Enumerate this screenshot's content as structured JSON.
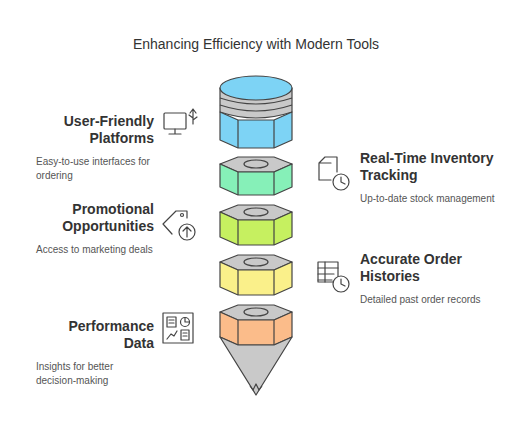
{
  "diagram": {
    "title": "Enhancing Efficiency with Modern Tools",
    "nodes": [
      {
        "text": [
          "User-Friendly Platforms",
          "Easy-to-use interfaces for ordering"
        ]
      },
      {
        "text": [
          "Real-Time Inventory Tracking",
          "Up-to-date stock management"
        ]
      },
      {
        "text": [
          "Promotional Opportunities",
          "Access to marketing deals"
        ]
      },
      {
        "text": [
          "Accurate Order Histories",
          "Detailed past order records"
        ]
      },
      {
        "text": [
          "Performance Data",
          "Insights for better decision-making"
        ]
      }
    ]
  }
}
